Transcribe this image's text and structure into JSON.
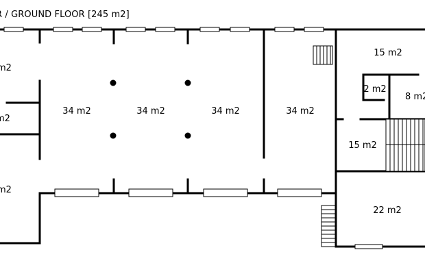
{
  "plan": {
    "title": "R / GROUND FLOOR [245 m2]",
    "rooms": [
      {
        "id": "west-top",
        "area": "m2"
      },
      {
        "id": "west-mid",
        "area": "m2"
      },
      {
        "id": "west-bottom",
        "area": "m2"
      },
      {
        "id": "hall-1",
        "area": "34 m2"
      },
      {
        "id": "hall-2",
        "area": "34 m2"
      },
      {
        "id": "hall-3",
        "area": "34 m2"
      },
      {
        "id": "hall-4",
        "area": "34 m2"
      },
      {
        "id": "north-east",
        "area": "15 m2"
      },
      {
        "id": "closet",
        "area": "2 m2"
      },
      {
        "id": "east-small",
        "area": "8 m2"
      },
      {
        "id": "stair-hall",
        "area": "15 m2"
      },
      {
        "id": "south-east",
        "area": "22 m2"
      }
    ],
    "colors": {
      "wall": "#000000",
      "background": "#ffffff"
    }
  }
}
